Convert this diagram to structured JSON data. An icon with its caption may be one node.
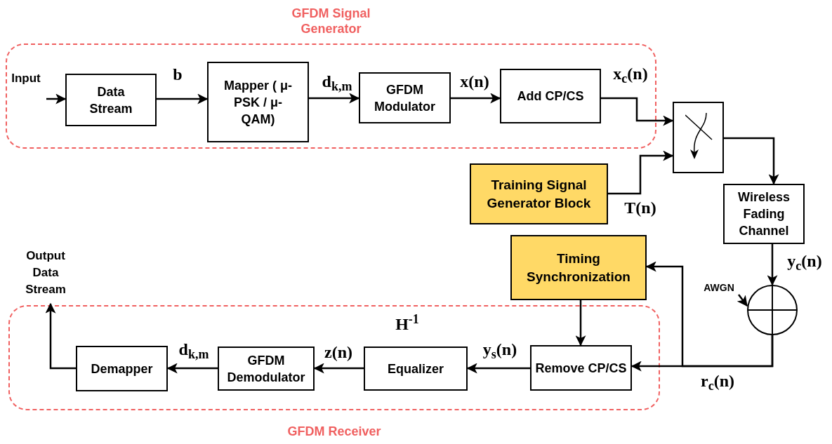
{
  "diagram": {
    "nodes": [
      {
        "text": [
          "GFDM Signal Generator"
        ]
      },
      {
        "text": [
          "Data Stream"
        ],
        "in": 0
      },
      {
        "text": [
          "Mapper ( μ-PSK / μ-QAM)"
        ],
        "in": 0
      },
      {
        "text": [
          "GFDM Modulator"
        ],
        "in": 0
      },
      {
        "text": [
          "Add CP/CS"
        ],
        "in": 0
      },
      {
        "text": [],
        "shape": "box"
      },
      {
        "text": [
          "Training Signal Generator Block"
        ]
      },
      {
        "text": [
          "Wireless Fading Channel"
        ]
      },
      {
        "text": [],
        "shape": "circle"
      },
      {
        "text": [
          "Timing Synchronization"
        ]
      },
      {
        "text": [
          "GFDM Receiver"
        ]
      },
      {
        "text": [
          "Remove CP/CS"
        ],
        "in": 10
      },
      {
        "text": [
          "Equalizer"
        ],
        "in": 10
      },
      {
        "text": [
          "GFDM Demodulator"
        ],
        "in": 10
      },
      {
        "text": [
          "Demapper"
        ],
        "in": 10
      },
      {
        "text": [
          "Input"
        ],
        "in": 0
      },
      {
        "text": [
          "Output Data Stream"
        ]
      },
      {
        "text": [
          "AWGN"
        ]
      }
    ],
    "edges": [
      {
        "from": 15,
        "to": 1,
        "arrow": "to"
      },
      {
        "from": 1,
        "to": 2,
        "arrow": "to",
        "label": "b"
      },
      {
        "from": 2,
        "to": 3,
        "arrow": "to",
        "label": "d$_{k,m}$"
      },
      {
        "from": 3,
        "to": 4,
        "arrow": "to",
        "label": "x(n)"
      },
      {
        "from": 4,
        "to": 5,
        "arrow": "to",
        "label": "x$_{c}$(n)"
      },
      {
        "from": 6,
        "to": 5,
        "arrow": "to",
        "label": "T(n)"
      },
      {
        "from": 5,
        "to": 7,
        "arrow": "to"
      },
      {
        "from": 7,
        "to": 8,
        "arrow": "to",
        "label": "y$_{c}$(n)"
      },
      {
        "from": 17,
        "to": 8,
        "arrow": "to"
      },
      {
        "from": 8,
        "to": 11,
        "arrow": "to",
        "label": "r$_{c}$(n)"
      },
      {
        "from": 8,
        "to": 9,
        "arrow": "to"
      },
      {
        "from": 9,
        "to": 11,
        "arrow": "to"
      },
      {
        "from": 11,
        "to": 12,
        "arrow": "to",
        "label": "y$_{s}$(n)"
      },
      {
        "from": 12,
        "to": 13,
        "arrow": "to",
        "label": "z(n)"
      },
      {
        "from": 13,
        "to": 14,
        "arrow": "to",
        "label": "d$_{k,m}$"
      },
      {
        "from": 14,
        "to": 16,
        "arrow": "to"
      }
    ],
    "labels": [
      "H$^{-1}$"
    ]
  }
}
